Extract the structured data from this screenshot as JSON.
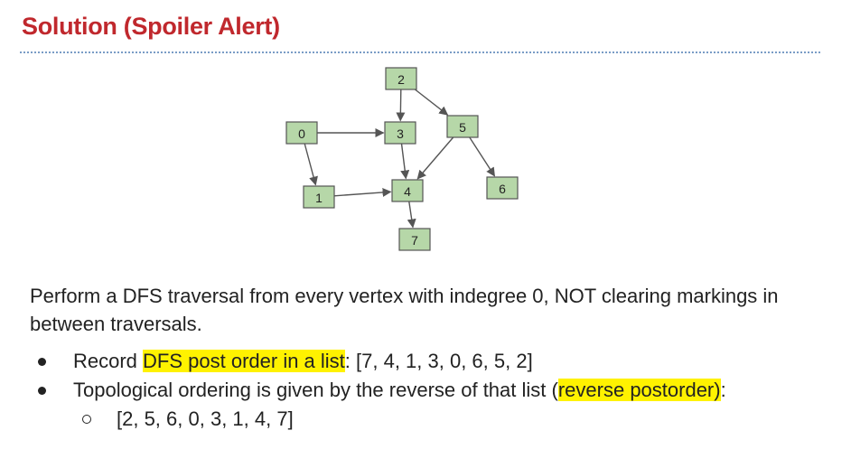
{
  "title": "Solution (Spoiler Alert)",
  "graph": {
    "nodes": [
      "0",
      "1",
      "2",
      "3",
      "4",
      "5",
      "6",
      "7"
    ],
    "edges": [
      [
        "0",
        "3"
      ],
      [
        "0",
        "1"
      ],
      [
        "2",
        "3"
      ],
      [
        "2",
        "5"
      ],
      [
        "3",
        "4"
      ],
      [
        "1",
        "4"
      ],
      [
        "5",
        "4"
      ],
      [
        "5",
        "6"
      ],
      [
        "4",
        "7"
      ]
    ]
  },
  "paragraph": "Perform a DFS traversal from every vertex with indegree 0, NOT clearing markings in between traversals.",
  "bullets": {
    "b1_prefix": "Record ",
    "b1_highlight": "DFS post order in a list",
    "b1_suffix": ": [7, 4, 1, 3, 0, 6, 5, 2]",
    "b2_prefix": "Topological ordering is given by the reverse of that list (",
    "b2_highlight": "reverse postorder)",
    "b2_suffix": ":",
    "sub1": "[2, 5, 6, 0, 3, 1, 4, 7]"
  },
  "colors": {
    "title": "#c0282d",
    "node_fill": "#b6d7a8",
    "highlight": "#fff200",
    "rule": "#7a9cc6"
  }
}
